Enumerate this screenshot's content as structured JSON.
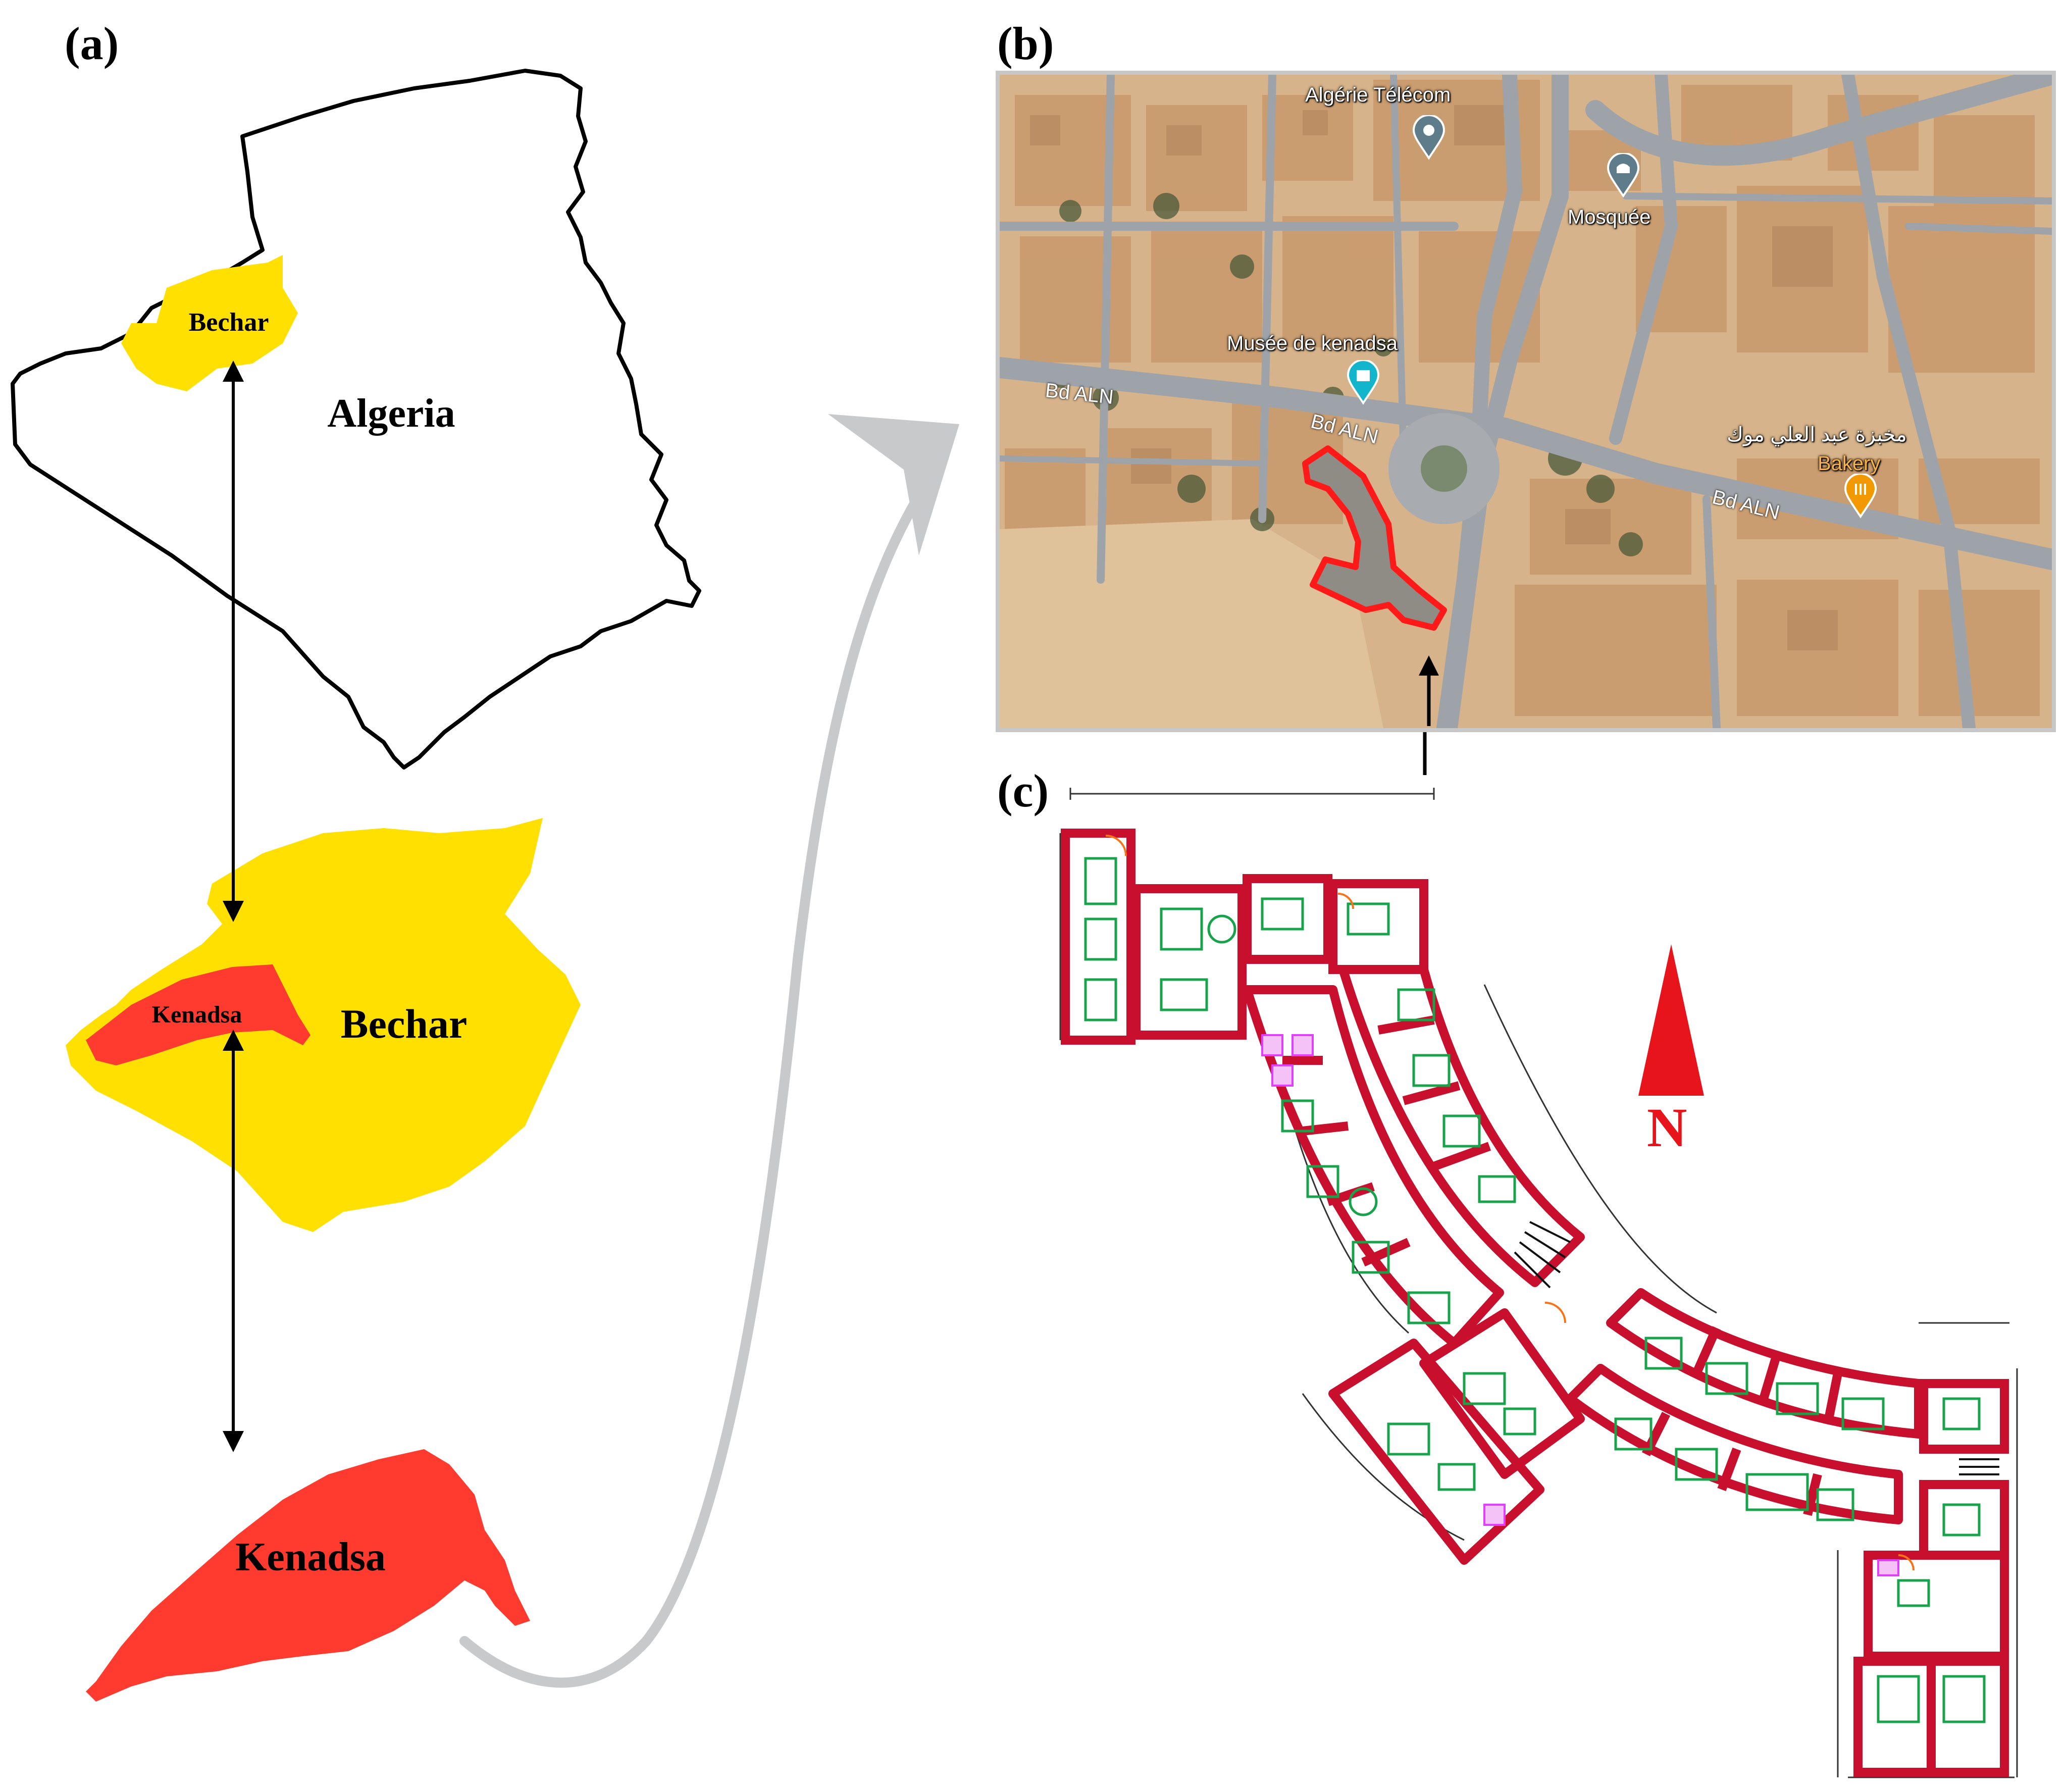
{
  "panels": {
    "a": "(a)",
    "b": "(b)",
    "c": "(c)"
  },
  "map_a": {
    "algeria_label": "Algeria",
    "bechar_small_label": "Bechar",
    "bechar_large_label": "Bechar",
    "kenadsa_small_label": "Kenadsa",
    "kenadsa_large_label": "Kenadsa",
    "colors": {
      "bechar": "#ffe000",
      "kenadsa": "#ff3b2f",
      "outline": "#000000",
      "connector_arrow": "#c8c9cb"
    }
  },
  "satellite": {
    "poi_telecom": "Algérie Télécom",
    "poi_mosque": "Mosquée",
    "poi_museum": "Musée de kenadsa",
    "poi_bakery_ar": "مخبزة عبد العلي موك",
    "poi_bakery": "Bakery",
    "road_1": "Bd ALN",
    "road_2": "Bd ALN",
    "road_3": "Bd ALN",
    "colors": {
      "highlight": "#ff1a1a",
      "pin_telecom": "#5f7c8a",
      "pin_mosque": "#5f7c8a",
      "pin_museum": "#12b5cb",
      "pin_bakery": "#f29900"
    },
    "icons": [
      "location-pin-icon",
      "mosque-pin-icon",
      "museum-pin-icon",
      "bakery-pin-icon"
    ]
  },
  "plan": {
    "north_label": "N",
    "colors": {
      "walls": "#c8102e",
      "furniture": "#16a34a",
      "sanitary": "#e040fb",
      "doors": "#f97316",
      "north_arrow": "#e8141b"
    }
  }
}
